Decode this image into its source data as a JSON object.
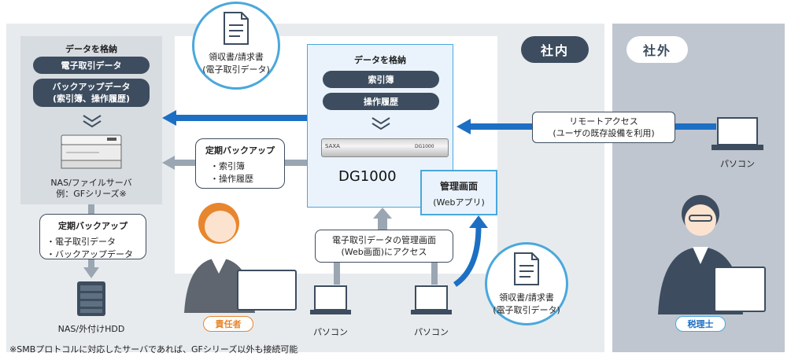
{
  "zones": {
    "inside": "社内",
    "outside": "社外"
  },
  "nas": {
    "title": "データを格納",
    "item1": "電子取引データ",
    "item2_line1": "バックアップデータ",
    "item2_line2": "(索引簿、操作履歴)",
    "caption_line1": "NAS/ファイルサーバ",
    "caption_line2": "例：GFシリーズ※"
  },
  "backup_nas_box": {
    "title": "定期バックアップ",
    "items": [
      "・電子取引データ",
      "・バックアップデータ"
    ]
  },
  "hdd": {
    "caption": "NAS/外付けHDD"
  },
  "dg": {
    "title": "データを格納",
    "item1": "索引簿",
    "item2": "操作履歴",
    "device_label": "DG1000",
    "device_brand": "SAXA",
    "device_model": "DG1000"
  },
  "backup_dg_box": {
    "title": "定期バックアップ",
    "items": [
      "・索引簿",
      "・操作履歴"
    ]
  },
  "admin_box": {
    "line1": "管理画面",
    "line2": "(Webアプリ)"
  },
  "access_box": {
    "line1": "電子取引データの管理画面",
    "line2": "(Web画面)にアクセス"
  },
  "remote_box": {
    "line1": "リモートアクセス",
    "line2": "(ユーザの既存設備を利用)"
  },
  "doc_callout_top": {
    "line1": "領収書/請求書",
    "line2": "(電子取引データ)"
  },
  "doc_callout_bottom": {
    "line1": "領収書/請求書",
    "line2": "(電子取引データ)"
  },
  "pc_labels": {
    "pc1": "パソコン",
    "pc2": "パソコン",
    "pc_remote": "パソコン"
  },
  "people": {
    "manager": "責任者",
    "tax": "税理士"
  },
  "footnote": "※SMBプロトコルに対応したサーバであれば、GFシリーズ以外も接続可能",
  "colors": {
    "navy": "#3d4d5f",
    "blue": "#1d6fc4",
    "light_blue": "#4aa8dc",
    "gray_arrow": "#9aa6b2",
    "orange": "#e8862e"
  }
}
